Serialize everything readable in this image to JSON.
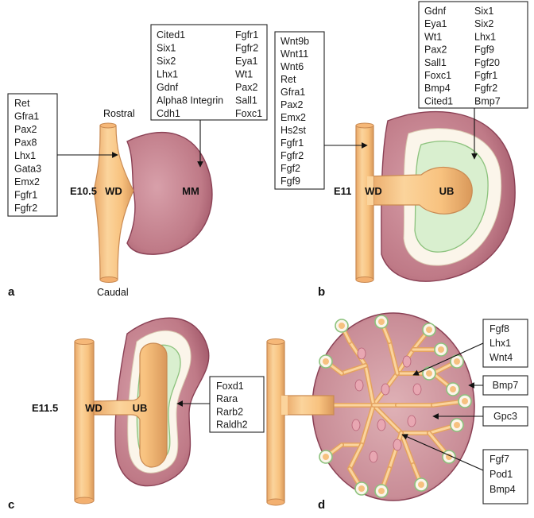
{
  "colors": {
    "duct_fill": "#f9c98a",
    "duct_edge": "#d4955a",
    "mesenchyme_fill": "#c07d89",
    "mesenchyme_edge": "#8a4054",
    "cap_fill": "#fbf5ea",
    "ub_mesench_fill": "#d9efcf",
    "vesicle_fill": "#e8a7b2"
  },
  "panels": {
    "a": {
      "letter": "a",
      "stage": "E10.5",
      "orientation_top": "Rostral",
      "orientation_bottom": "Caudal",
      "wd_label": "WD",
      "mm_label": "MM",
      "left_genes": [
        "Ret",
        "Gfra1",
        "Pax2",
        "Pax8",
        "Lhx1",
        "Gata3",
        "Emx2",
        "Fgfr1",
        "Fgfr2"
      ],
      "mm_genes_col1": [
        "Cited1",
        "Six1",
        "Six2",
        "Lhx1",
        "Gdnf",
        "Alpha8 Integrin",
        "Cdh1"
      ],
      "mm_genes_col2": [
        "Fgfr1",
        "Fgfr2",
        "Eya1",
        "Wt1",
        "Pax2",
        "Sall1",
        "Foxc1"
      ]
    },
    "b": {
      "letter": "b",
      "stage": "E11",
      "wd_label": "WD",
      "ub_label": "UB",
      "left_genes": [
        "Wnt9b",
        "Wnt11",
        "Wnt6",
        "Ret",
        "Gfra1",
        "Pax2",
        "Emx2",
        "Hs2st",
        "Fgfr1",
        "Fgfr2",
        "Fgf2",
        "Fgf9"
      ],
      "cap_genes_col1": [
        "Gdnf",
        "Eya1",
        "Wt1",
        "Pax2",
        "Sall1",
        "Foxc1",
        "Bmp4",
        "Cited1"
      ],
      "cap_genes_col2": [
        "Six1",
        "Six2",
        "Lhx1",
        "Fgf9",
        "Fgf20",
        "Fgfr1",
        "Fgfr2",
        "Bmp7"
      ]
    },
    "c": {
      "letter": "c",
      "stage": "E11.5",
      "wd_label": "WD",
      "ub_label": "UB",
      "stroma_genes": [
        "Foxd1",
        "Rara",
        "Rarb2",
        "Raldh2"
      ]
    },
    "d": {
      "letter": "d",
      "tip_genes": [
        "Fgf8",
        "Lhx1",
        "Wnt4"
      ],
      "cap_gene": "Bmp7",
      "stalk_gene": "Gpc3",
      "stroma_genes": [
        "Fgf7",
        "Pod1",
        "Bmp4"
      ]
    }
  }
}
